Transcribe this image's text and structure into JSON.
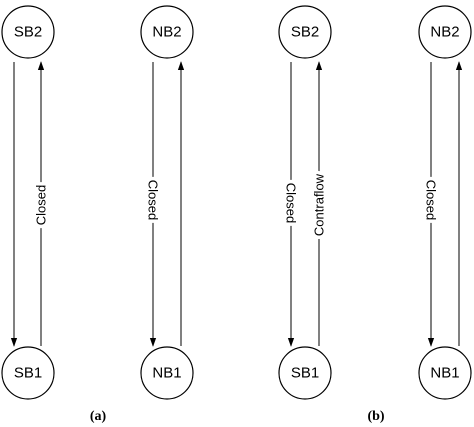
{
  "panels": {
    "a": {
      "label": "(a)"
    },
    "b": {
      "label": "(b)"
    }
  },
  "nodes": {
    "sb2_a": "SB2",
    "sb1_a": "SB1",
    "nb2_a": "NB2",
    "nb1_a": "NB1",
    "sb2_b": "SB2",
    "sb1_b": "SB1",
    "nb2_b": "NB2",
    "nb1_b": "NB1"
  },
  "edges": {
    "sb_a_down": "",
    "sb_a_up": "Closed",
    "nb_a_down": "Closed",
    "nb_a_up": "",
    "sb_b_down": "Closed",
    "sb_b_up": "Contraflow",
    "nb_b_down": "Closed",
    "nb_b_up": ""
  }
}
